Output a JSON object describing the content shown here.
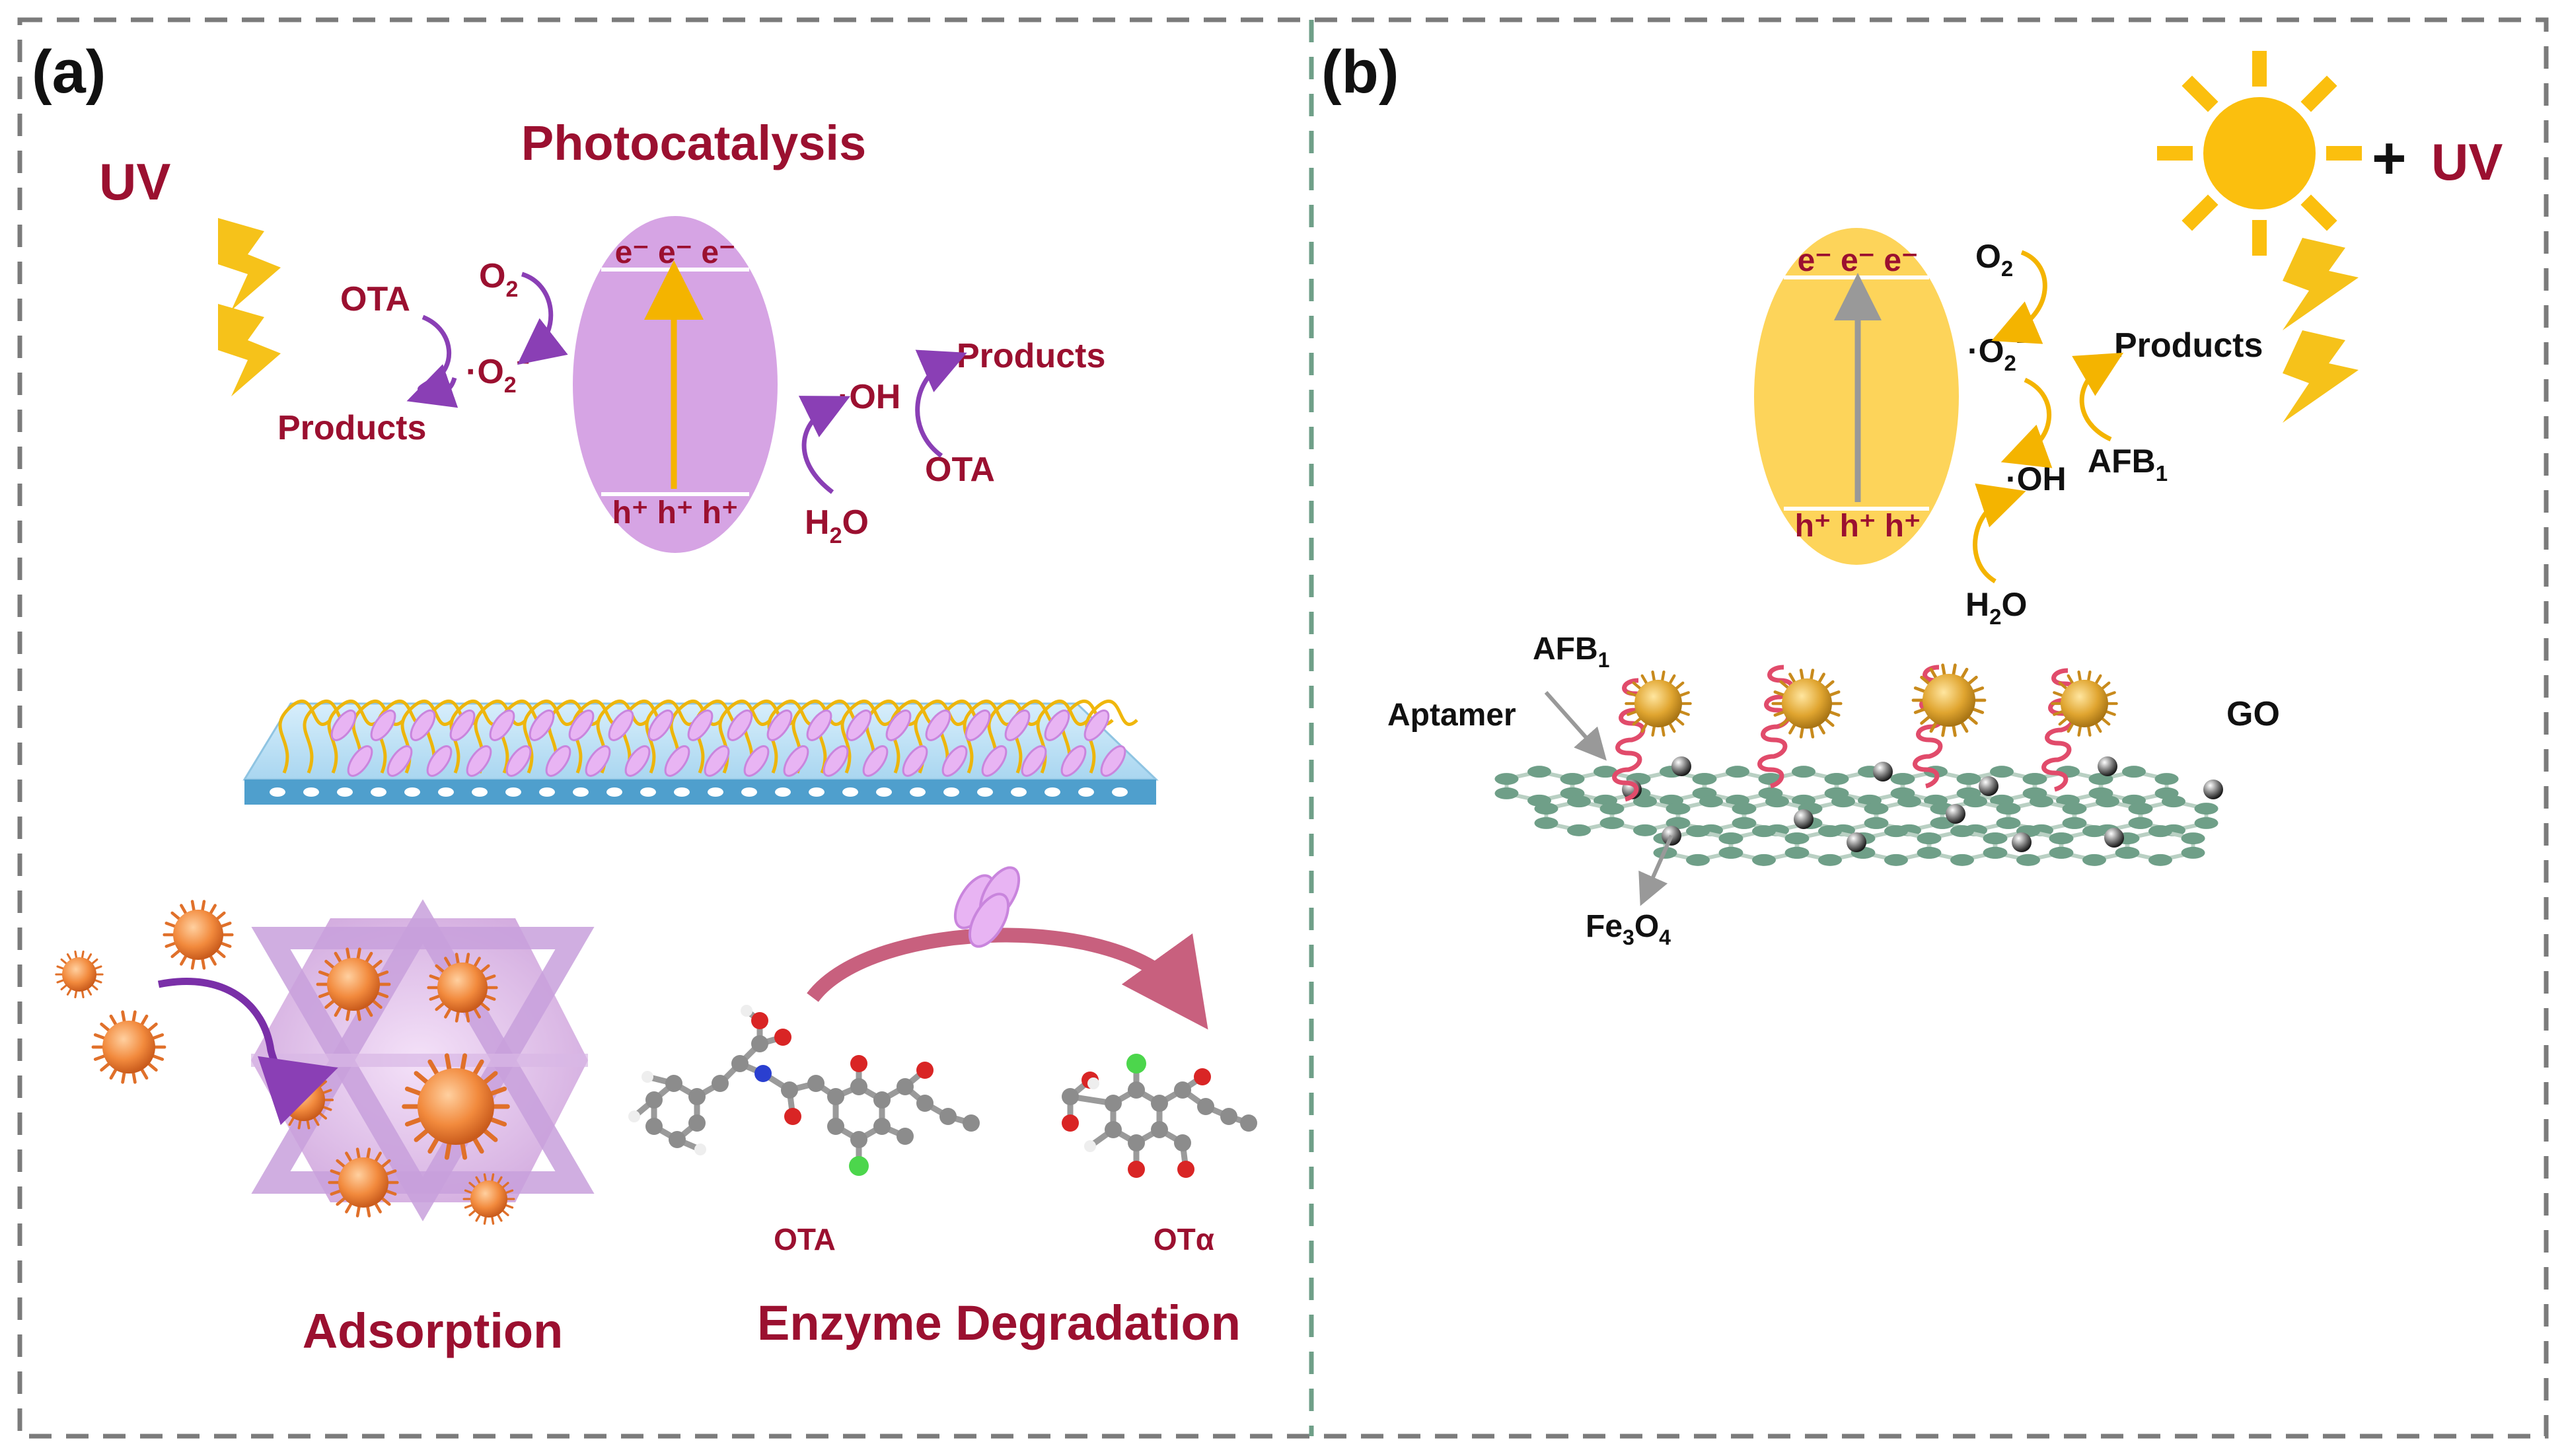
{
  "panel_a": {
    "tag": "(a)",
    "title": "Photocatalysis",
    "uv": "UV",
    "electrons": "e⁻ e⁻ e⁻",
    "holes": "h⁺ h⁺ h⁺",
    "ota_left": "OTA",
    "o2": "O",
    "o2_sub": "2",
    "superoxide": "·O",
    "superoxide_sub": "2",
    "superoxide_sup": "−",
    "products_left": "Products",
    "hydroxyl": "·OH",
    "products_right": "Products",
    "ota_right": "OTA",
    "h2o": "H",
    "h2o_sub": "2",
    "h2o_tail": "O",
    "adsorption": "Adsorption",
    "enzyme": "Enzyme Degradation",
    "ota_mol": "OTA",
    "otalpha_mol": "OTα"
  },
  "panel_b": {
    "tag": "(b)",
    "plus": "+",
    "uv": "UV",
    "electrons": "e⁻ e⁻ e⁻",
    "holes": "h⁺ h⁺ h⁺",
    "o2": "O",
    "o2_sub": "2",
    "superoxide": "·O",
    "superoxide_sub": "2",
    "superoxide_sup": "−",
    "products": "Products",
    "afb1": "AFB",
    "afb1_sub": "1",
    "hydroxyl": "·OH",
    "h2o": "H",
    "h2o_sub": "2",
    "h2o_tail": "O",
    "afb1_label": "AFB",
    "afb1_label_sub": "1",
    "aptamer": "Aptamer",
    "go": "GO",
    "fe3o4_a": "Fe",
    "fe3o4_sub1": "3",
    "fe3o4_b": "O",
    "fe3o4_sub2": "4"
  },
  "colors": {
    "dark_red": "#9b1030",
    "purple": "#8a3fb5",
    "lilac": "#d6a4e4",
    "yellow": "#fbd24c",
    "orange": "#f39a4a",
    "teal": "#6f9f88",
    "pink": "#e14b6b"
  }
}
